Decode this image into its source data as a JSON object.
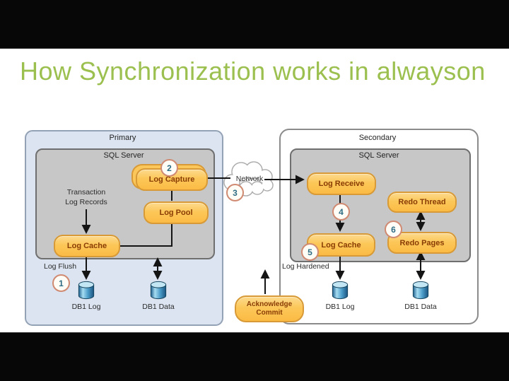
{
  "slide": {
    "title": "How Synchronization works in alwayson"
  },
  "diagram": {
    "primary": {
      "label": "Primary",
      "sql_server_label": "SQL Server",
      "log_capture": "Log Capture",
      "log_pool": "Log Pool",
      "log_cache": "Log Cache",
      "transaction_line1": "Transaction",
      "transaction_line2": "Log Records",
      "log_flush": "Log Flush",
      "db1_log": "DB1 Log",
      "db1_data": "DB1 Data"
    },
    "network": {
      "label": "Network"
    },
    "secondary": {
      "label": "Secondary",
      "sql_server_label": "SQL Server",
      "log_receive": "Log Receive",
      "log_cache": "Log Cache",
      "redo_thread": "Redo Thread",
      "redo_pages": "Redo Pages",
      "log_hardened": "Log Hardened",
      "db1_log": "DB1 Log",
      "db1_data": "DB1 Data",
      "ack_line1": "Acknowledge",
      "ack_line2": "Commit"
    },
    "steps": {
      "s1": "1",
      "s2": "2",
      "s3": "3",
      "s4": "4",
      "s5": "5",
      "s6": "6"
    },
    "colors": {
      "title_green": "#9cc04f",
      "node_fill": "#fbc758",
      "node_border": "#d89a36",
      "node_text": "#8a3c05",
      "primary_fill": "#dbe4f0",
      "server_fill": "#c7c7c7",
      "badge_border": "#d08a72",
      "badge_number": "#2f6d84",
      "cylinder_blue": "#4b9cc9"
    }
  }
}
